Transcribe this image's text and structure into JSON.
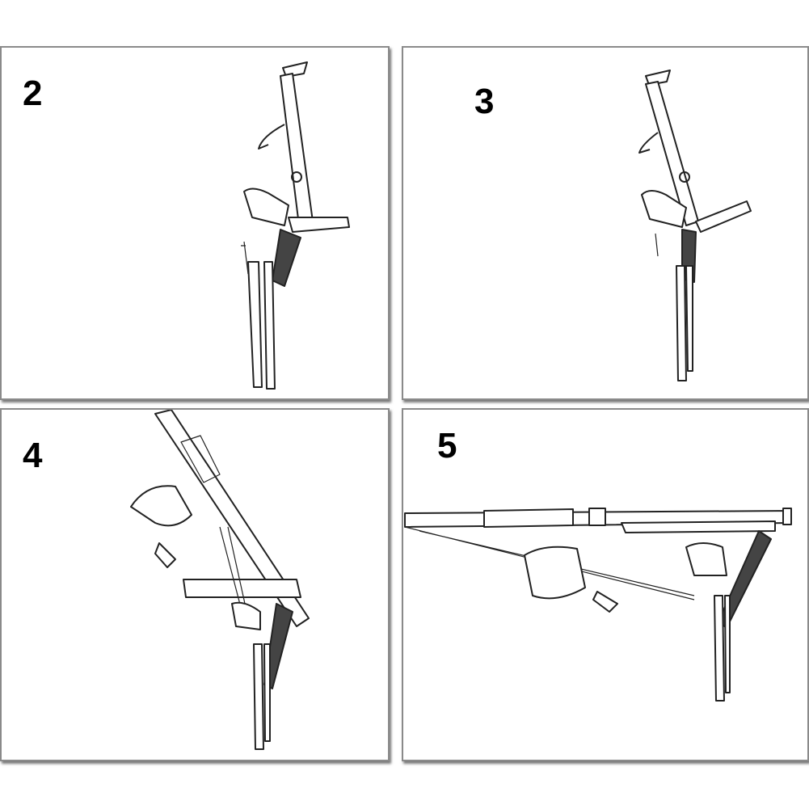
{
  "steps": [
    {
      "label": "2"
    },
    {
      "label": "3"
    },
    {
      "label": "4"
    },
    {
      "label": "5"
    }
  ]
}
